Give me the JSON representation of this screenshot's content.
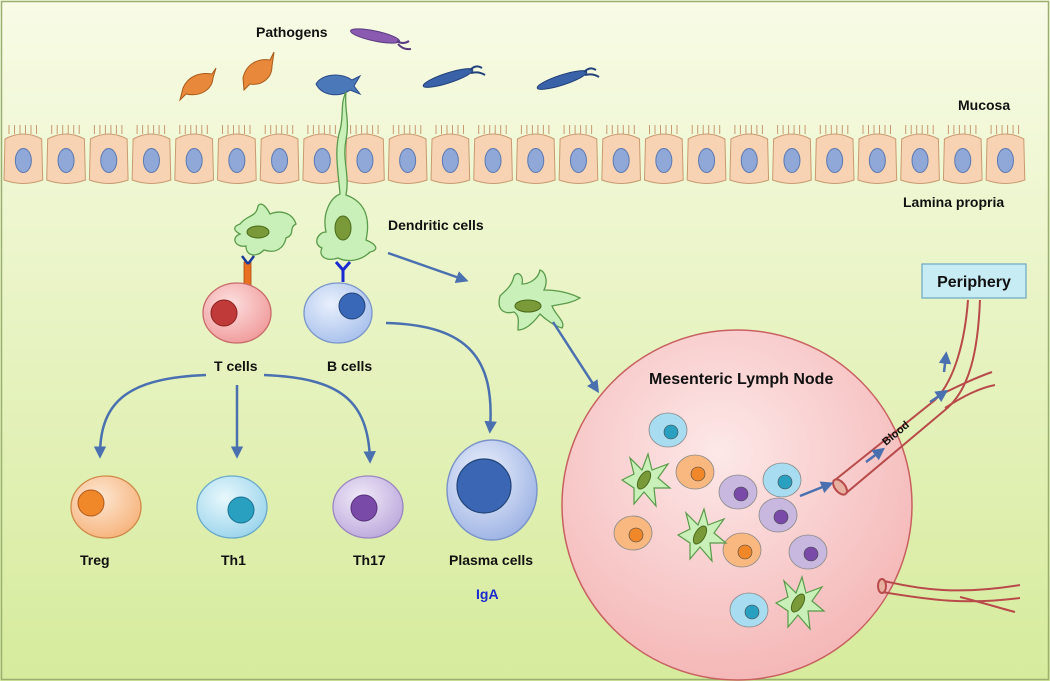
{
  "labels": {
    "pathogens": "Pathogens",
    "mucosa": "Mucosa",
    "lamina_propria": "Lamina propria",
    "dendritic_cells": "Dendritic cells",
    "t_cells": "T cells",
    "b_cells": "B cells",
    "treg": "Treg",
    "th1": "Th1",
    "th17": "Th17",
    "plasma_cells": "Plasma cells",
    "iga": "IgA",
    "lymph_node": "Mesenteric Lymph Node",
    "blood": "Blood",
    "periphery": "Periphery"
  },
  "colors": {
    "background_top": "#f8fbe6",
    "background_bottom": "#d9eda0",
    "epithelium": "#f7d3b3",
    "epithelium_nucleus": "#8fa8d8",
    "dendritic_cell": "#c8f0b8",
    "dendritic_nucleus": "#7a9a3a",
    "t_cell": "#f4a8a8",
    "b_cell": "#b8ccf0",
    "treg": "#f8b880",
    "th1": "#a8dcf0",
    "th17": "#c8b8e0",
    "plasma": "#a8bce8",
    "lymph_node": "#f8c8c8",
    "vessel": "#b84a4a",
    "arrow": "#4a70b0",
    "iga_text": "#1a2ad0",
    "periphery_box": "#c8ecf4"
  }
}
